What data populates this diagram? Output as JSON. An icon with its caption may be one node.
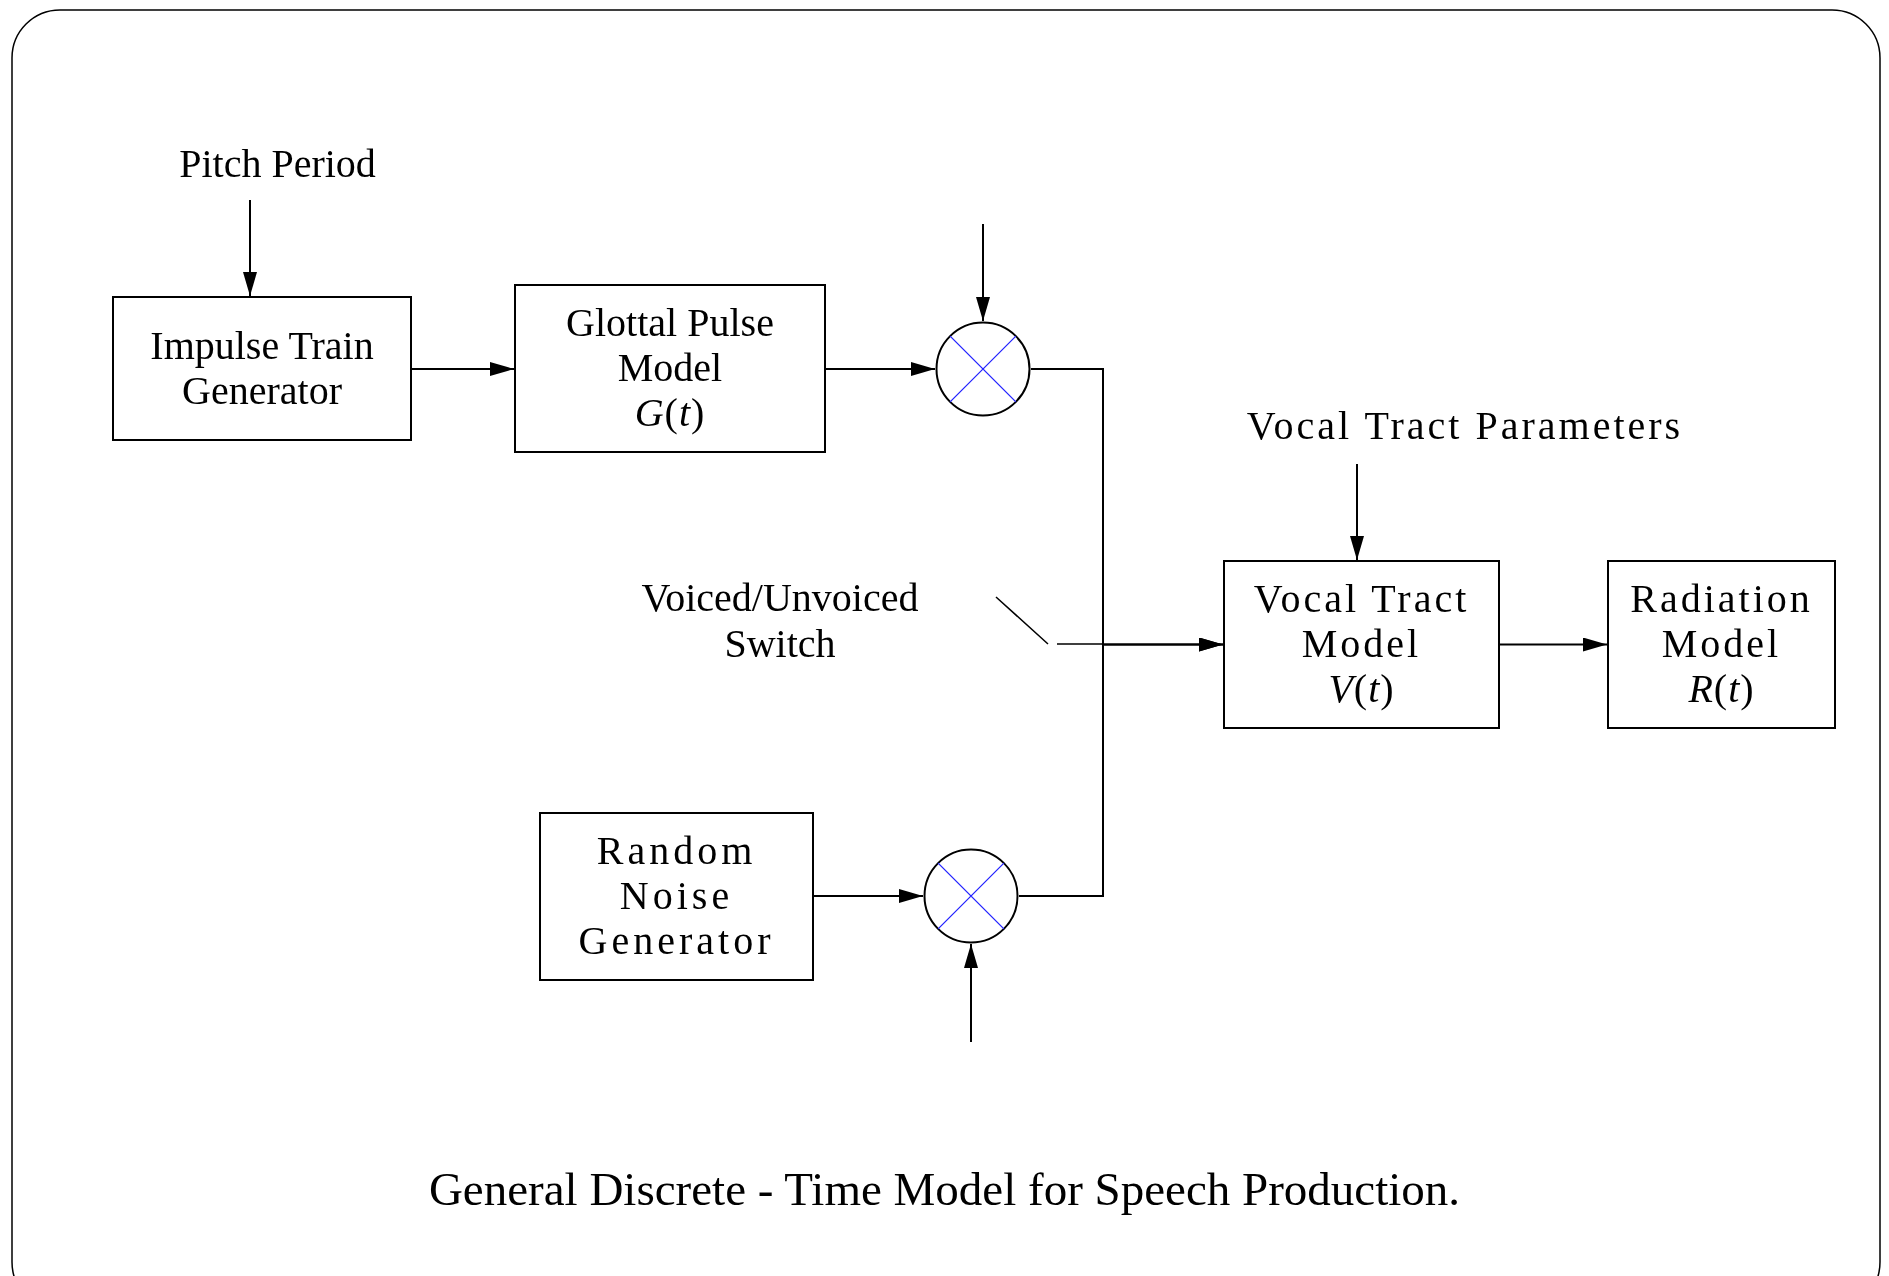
{
  "diagram": {
    "caption": "General Discrete - Time Model for Speech Production.",
    "nodes": [
      {
        "text": [
          "Pitch Period"
        ]
      },
      {
        "text": [
          "Impulse Train Generator"
        ]
      },
      {
        "text": [
          "Glottal Pulse Model",
          "*G*(*t*)"
        ]
      },
      {
        "text": [],
        "shape": "circle"
      },
      {
        "text": [
          "Vocal Tract Parameters"
        ]
      },
      {
        "text": [
          "Vocal Tract Model",
          "*V*(*t*)"
        ]
      },
      {
        "text": [
          "Radiation Model",
          "*R*(*t*)"
        ]
      },
      {
        "text": [
          "Random Noise Generator"
        ]
      },
      {
        "text": [],
        "shape": "circle"
      }
    ],
    "edges": [
      {
        "from": 0,
        "to": 1,
        "arrow": "to"
      },
      {
        "from": 1,
        "to": 2,
        "arrow": "to"
      },
      {
        "from": 2,
        "to": 3,
        "arrow": "to"
      },
      {
        "from": null,
        "to": 3,
        "arrow": "to"
      },
      {
        "from": 3,
        "to": 5,
        "arrow": "to"
      },
      {
        "from": 7,
        "to": 8,
        "arrow": "to"
      },
      {
        "from": null,
        "to": 8,
        "arrow": "to"
      },
      {
        "from": 8,
        "to": 5,
        "arrow": "to"
      },
      {
        "from": 4,
        "to": 5,
        "arrow": "to"
      },
      {
        "from": 5,
        "to": 6,
        "arrow": "to"
      }
    ],
    "labels": [
      "Voiced/Unvoiced Switch"
    ]
  }
}
